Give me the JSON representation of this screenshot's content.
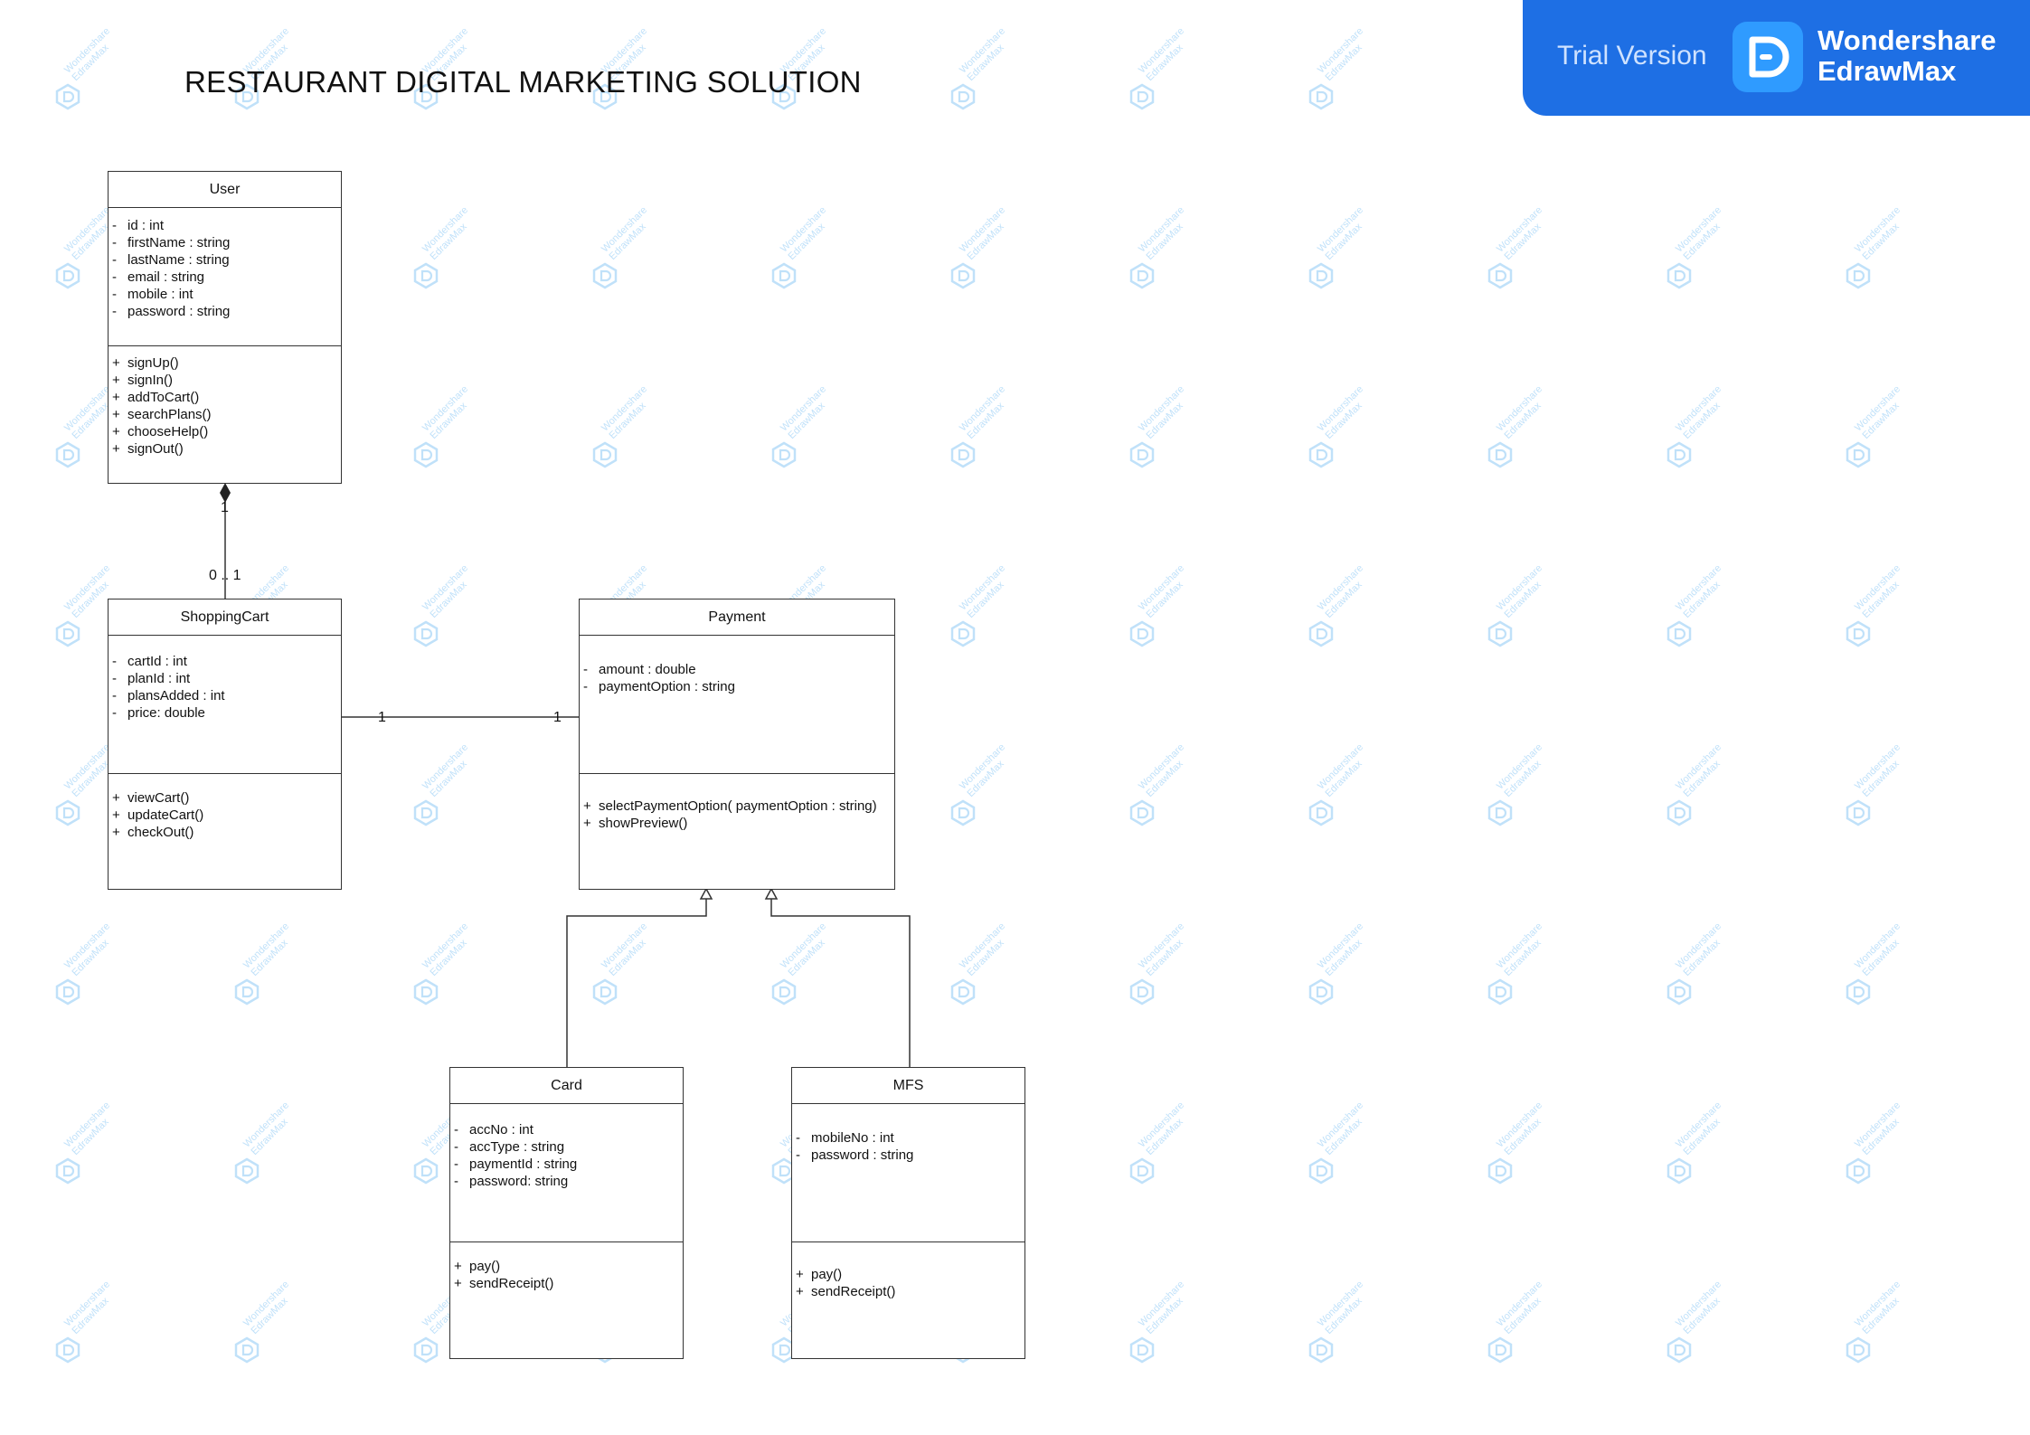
{
  "title": "RESTAURANT DIGITAL MARKETING SOLUTION",
  "banner": {
    "trial_label": "Trial Version",
    "brand_line1": "Wondershare",
    "brand_line2": "EdrawMax",
    "color": "#1e6fe4"
  },
  "watermark": {
    "line1": "Wondershare",
    "line2": "EdrawMax",
    "color": "#8ec9f5"
  },
  "classes": {
    "user": {
      "name": "User",
      "attributes": [
        {
          "vis": "-",
          "text": "id : int"
        },
        {
          "vis": "-",
          "text": "firstName : string"
        },
        {
          "vis": "-",
          "text": "lastName : string"
        },
        {
          "vis": "-",
          "text": "email : string"
        },
        {
          "vis": "-",
          "text": "mobile : int"
        },
        {
          "vis": "-",
          "text": "password : string"
        }
      ],
      "methods": [
        {
          "vis": "+",
          "text": "signUp()"
        },
        {
          "vis": "+",
          "text": "signIn()"
        },
        {
          "vis": "+",
          "text": "addToCart()"
        },
        {
          "vis": "+",
          "text": "searchPlans()"
        },
        {
          "vis": "+",
          "text": "chooseHelp()"
        },
        {
          "vis": "+",
          "text": "signOut()"
        }
      ]
    },
    "shopping_cart": {
      "name": "ShoppingCart",
      "attributes": [
        {
          "vis": "-",
          "text": "cartId : int"
        },
        {
          "vis": "-",
          "text": "planId : int"
        },
        {
          "vis": "-",
          "text": "plansAdded : int"
        },
        {
          "vis": "-",
          "text": "price: double"
        }
      ],
      "methods": [
        {
          "vis": "+",
          "text": "viewCart()"
        },
        {
          "vis": "+",
          "text": "updateCart()"
        },
        {
          "vis": "+",
          "text": "checkOut()"
        }
      ]
    },
    "payment": {
      "name": "Payment",
      "attributes": [
        {
          "vis": "-",
          "text": "amount : double"
        },
        {
          "vis": "-",
          "text": "paymentOption : string"
        }
      ],
      "methods": [
        {
          "vis": "+",
          "text": "selectPaymentOption( paymentOption : string)"
        },
        {
          "vis": "+",
          "text": "showPreview()"
        }
      ]
    },
    "card": {
      "name": "Card",
      "attributes": [
        {
          "vis": "-",
          "text": "accNo : int"
        },
        {
          "vis": "-",
          "text": "accType : string"
        },
        {
          "vis": "-",
          "text": "paymentId : string"
        },
        {
          "vis": "-",
          "text": "password: string"
        }
      ],
      "methods": [
        {
          "vis": "+",
          "text": "pay()"
        },
        {
          "vis": "+",
          "text": "sendReceipt()"
        }
      ]
    },
    "mfs": {
      "name": "MFS",
      "attributes": [
        {
          "vis": "-",
          "text": "mobileNo : int"
        },
        {
          "vis": "-",
          "text": "password : string"
        }
      ],
      "methods": [
        {
          "vis": "+",
          "text": "pay()"
        },
        {
          "vis": "+",
          "text": "sendReceipt()"
        }
      ]
    }
  },
  "relations": {
    "user_cart": {
      "type": "composition",
      "source_mult": "1",
      "target_mult": "0 .. 1"
    },
    "cart_payment": {
      "type": "association",
      "source_mult": "1",
      "target_mult": "1"
    },
    "card_payment": {
      "type": "generalization"
    },
    "mfs_payment": {
      "type": "generalization"
    }
  }
}
